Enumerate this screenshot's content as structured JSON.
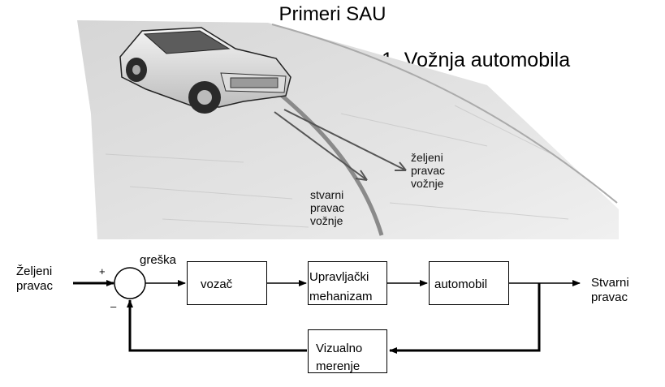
{
  "title": "Primeri SAU",
  "subtitle": "1. Vožnja automobila",
  "photo": {
    "desired_path": [
      "željeni",
      "pravac",
      "vožnje"
    ],
    "actual_path": [
      "stvarni",
      "pravac",
      "vožnje"
    ]
  },
  "diagram": {
    "input": [
      "Željeni",
      "pravac"
    ],
    "plus": "+",
    "minus": "–",
    "error": "greška",
    "driver": "vozač",
    "steering": [
      "Upravljački",
      "mehanizam"
    ],
    "car": "automobil",
    "output": [
      "Stvarni",
      "pravac"
    ],
    "feedback": [
      "Vizualno",
      "merenje"
    ]
  }
}
